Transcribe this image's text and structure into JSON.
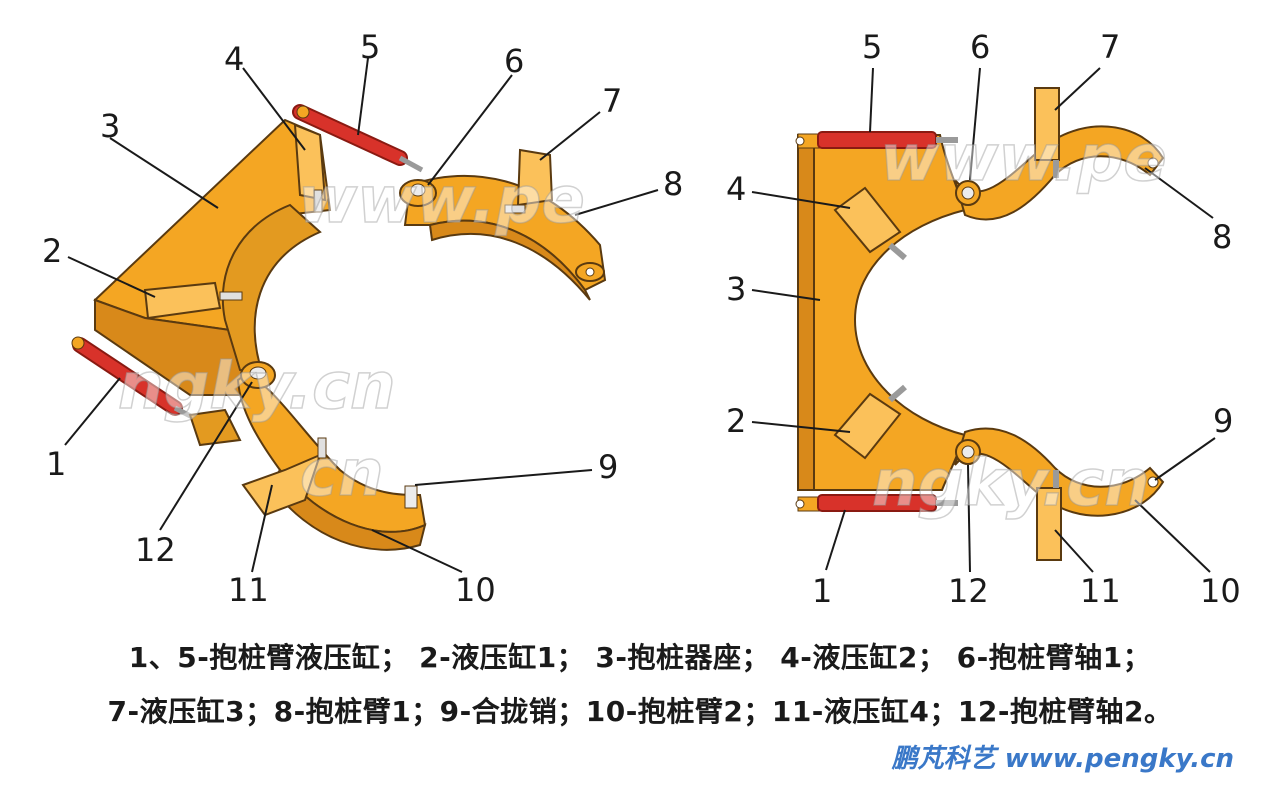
{
  "left_labels": {
    "l1": "1",
    "l2": "2",
    "l3": "3",
    "l4": "4",
    "l5": "5",
    "l6": "6",
    "l7": "7",
    "l8": "8",
    "l9": "9",
    "l10": "10",
    "l11": "11",
    "l12": "12"
  },
  "right_labels": {
    "r1": "1",
    "r2": "2",
    "r3": "3",
    "r4": "4",
    "r5": "5",
    "r6": "6",
    "r7": "7",
    "r8": "8",
    "r9": "9",
    "r10": "10",
    "r11": "11",
    "r12": "12"
  },
  "watermark": {
    "left_top": "www.pe",
    "left_bottom": "ngky.cn",
    "right_top": "www.pe",
    "right_bottom": "ngky.cn"
  },
  "legend": {
    "line1": "1、5-抱桩臂液压缸；  2-液压缸1；  3-抱桩器座；  4-液压缸2；  6-抱桩臂轴1；",
    "line2": "7-液压缸3；8-抱桩臂1；9-合拢销；10-抱桩臂2；11-液压缸4；12-抱桩臂轴2。"
  },
  "brand": "鹏芃科艺 www.pengky.cn",
  "colors": {
    "body": "#f4a623",
    "body_dark": "#d8891a",
    "body_light": "#fbc15a",
    "cylinder": "#d8322a",
    "outline": "#5a3a10"
  }
}
